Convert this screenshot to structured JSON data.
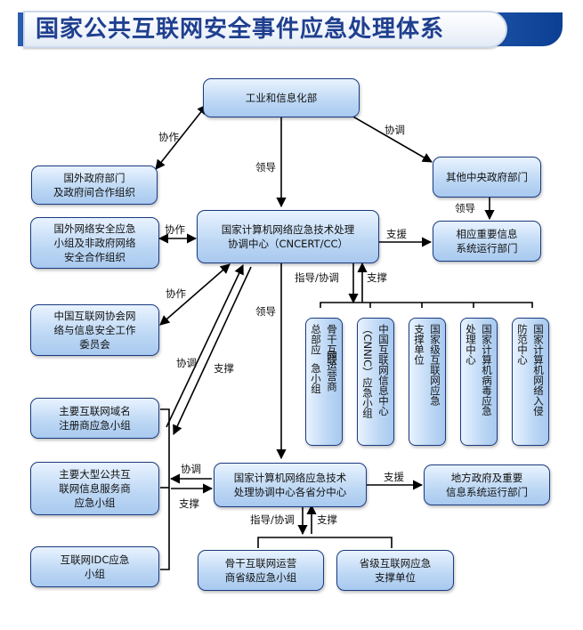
{
  "title": "国家公共互联网安全事件应急处理体系",
  "nodes": {
    "miit": "工业和信息化部",
    "foreign_gov": [
      "国外政府部门",
      "及政府间合作组织"
    ],
    "other_central": "其他中央政府部门",
    "foreign_net": [
      "国外网络安全应急",
      "小组及非政府网络",
      "安全合作组织"
    ],
    "cncert": [
      "国家计算机网络应急技术处理",
      "协调中心（CNCERT/CC）"
    ],
    "critical_info": [
      "相应重要信息",
      "系统运行部门"
    ],
    "isc": [
      "中国互联网协会网",
      "络与信息安全工作",
      "委员会"
    ],
    "backbone_col": [
      "骨干互联",
      "网运营商",
      "总部应",
      "急小组"
    ],
    "cnnic_col": [
      "中国互联网信息中心",
      "（CNNIC）应急小组"
    ],
    "national_support_col": [
      "国家级互联网应急",
      "支撑单位"
    ],
    "virus_col": [
      "国家计算机病毒应急",
      "处理中心"
    ],
    "intrusion_col": [
      "国家计算机网络入侵",
      "防范中心"
    ],
    "domain_reg": [
      "主要互联网域名",
      "注册商应急小组"
    ],
    "isp": [
      "主要大型公共互",
      "联网信息服务商",
      "应急小组"
    ],
    "idc": [
      "互联网IDC应急",
      "小组"
    ],
    "branch": [
      "国家计算机网络应急技术",
      "处理协调中心各省分中心"
    ],
    "local_gov": [
      "地方政府及重要",
      "信息系统运行部门"
    ],
    "prov_backbone": [
      "骨干互联网运营",
      "商省级应急小组"
    ],
    "prov_support": [
      "省级互联网应急",
      "支撑单位"
    ]
  },
  "labels": {
    "cooperate": "协作",
    "coordinate": "协调",
    "lead": "领导",
    "support": "支援",
    "support_brace": "支撑",
    "guide_coord": "指导/协调"
  }
}
